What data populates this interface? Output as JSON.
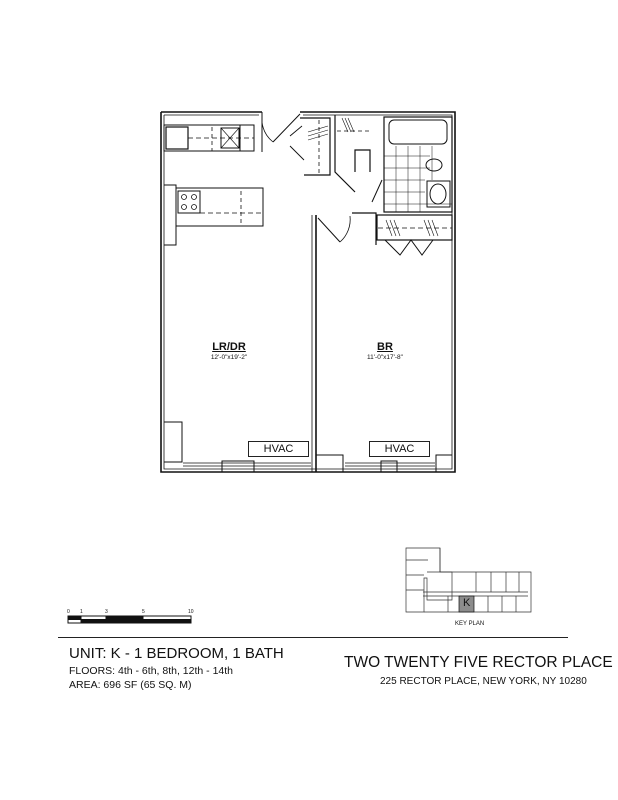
{
  "floor_plan": {
    "rooms": [
      {
        "name": "LR/DR",
        "dimensions": "12'-0\"x19'-2\""
      },
      {
        "name": "BR",
        "dimensions": "11'-0\"x17'-8\""
      }
    ],
    "hvac_labels": [
      "HVAC",
      "HVAC"
    ]
  },
  "scale_bar": {
    "ticks": [
      "0",
      "1",
      "3",
      "5",
      "10"
    ]
  },
  "key_plan": {
    "label": "KEY PLAN",
    "unit_marker": "K",
    "highlight_color": "#8c8c8c"
  },
  "footer": {
    "unit_title": "UNIT: K - 1 BEDROOM, 1 BATH",
    "floors": "FLOORS:  4th - 6th, 8th, 12th - 14th",
    "area": "AREA: 696 SF   (65 SQ. M)",
    "building_name": "TWO TWENTY FIVE RECTOR PLACE",
    "address": "225 RECTOR PLACE, NEW YORK, NY 10280"
  }
}
